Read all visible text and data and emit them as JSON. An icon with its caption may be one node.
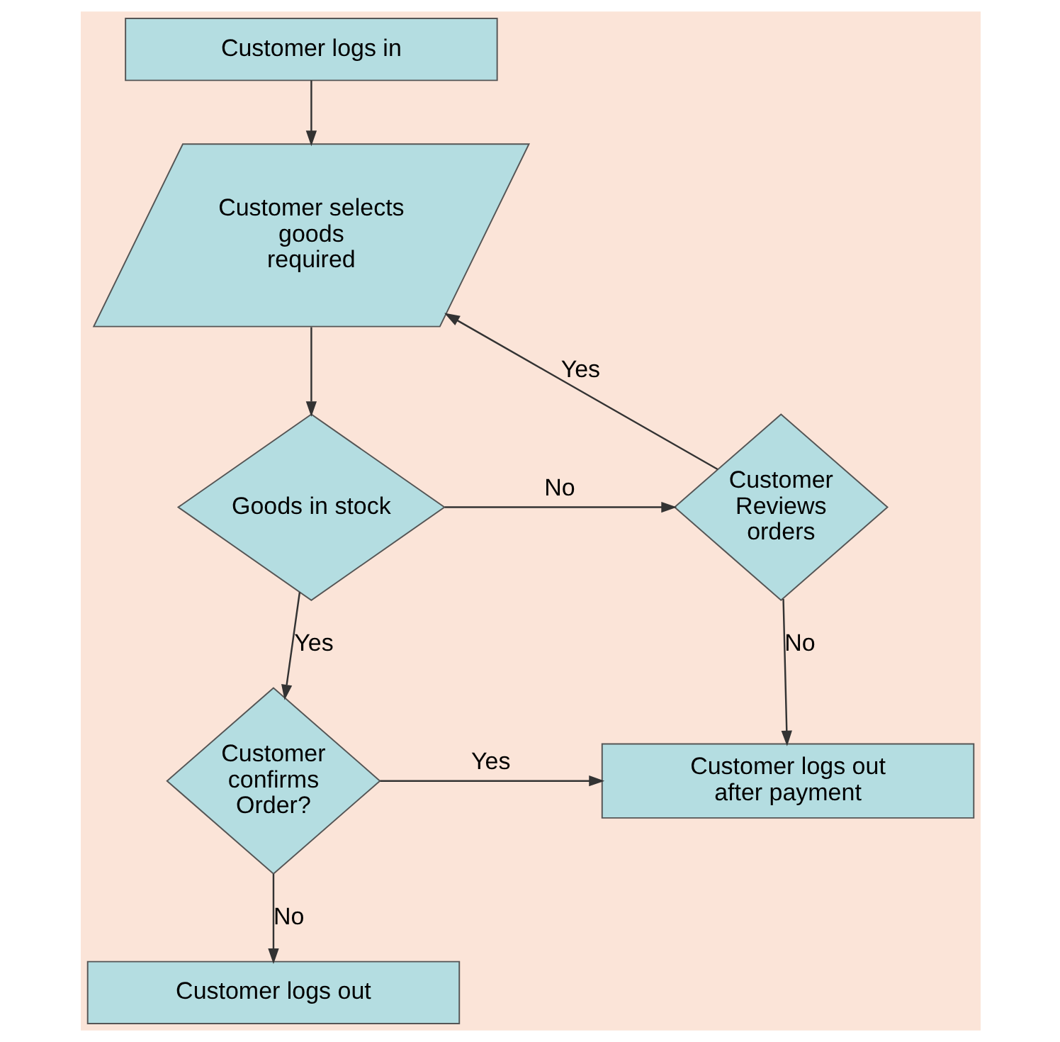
{
  "diagram": {
    "nodes": [
      {
        "text": [
          "Customer logs in"
        ]
      },
      {
        "text": [
          "Customer selects goods required"
        ]
      },
      {
        "text": [
          "Goods in stock"
        ]
      },
      {
        "text": [
          "Customer Reviews orders"
        ]
      },
      {
        "text": [
          "Customer confirms Order?"
        ]
      },
      {
        "text": [
          "Customer logs out after payment"
        ]
      },
      {
        "text": [
          "Customer logs out"
        ]
      }
    ],
    "edges": [
      {
        "from": 0,
        "to": 1,
        "arrow": "to"
      },
      {
        "from": 1,
        "to": 2,
        "arrow": "to"
      },
      {
        "from": 2,
        "to": 3,
        "arrow": "to",
        "label": "No"
      },
      {
        "from": 3,
        "to": 1,
        "arrow": "to",
        "label": "Yes"
      },
      {
        "from": 3,
        "to": 5,
        "arrow": "to",
        "label": "No"
      },
      {
        "from": 2,
        "to": 4,
        "arrow": "to",
        "label": "Yes"
      },
      {
        "from": 4,
        "to": 5,
        "arrow": "to",
        "label": "Yes"
      },
      {
        "from": 4,
        "to": 6,
        "arrow": "to",
        "label": "No"
      }
    ]
  }
}
